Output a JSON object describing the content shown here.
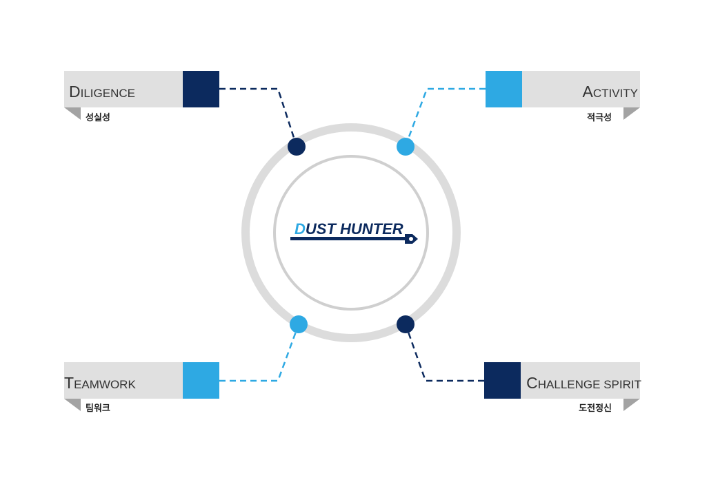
{
  "logo": {
    "initial": "D",
    "rest": "UST HUNTER"
  },
  "items": [
    {
      "id": "diligence",
      "initial": "D",
      "rest": "ILIGENCE",
      "korean": "성실성"
    },
    {
      "id": "activity",
      "initial": "A",
      "rest": "CTIVITY",
      "korean": "적극성"
    },
    {
      "id": "teamwork",
      "initial": "T",
      "rest": "EAMWORK",
      "korean": "팀워크"
    },
    {
      "id": "challenge",
      "initial": "C",
      "rest": "HALLENGE SPIRIT",
      "korean": "도전정신"
    }
  ],
  "colors": {
    "navy": "#0c2a5e",
    "sky": "#2ea9e3",
    "gray_bar": "#e0e0e0",
    "gray_fold": "#a3a3a3",
    "ring_outer": "#dcdcdc",
    "ring_inner": "#cfcfcf"
  }
}
